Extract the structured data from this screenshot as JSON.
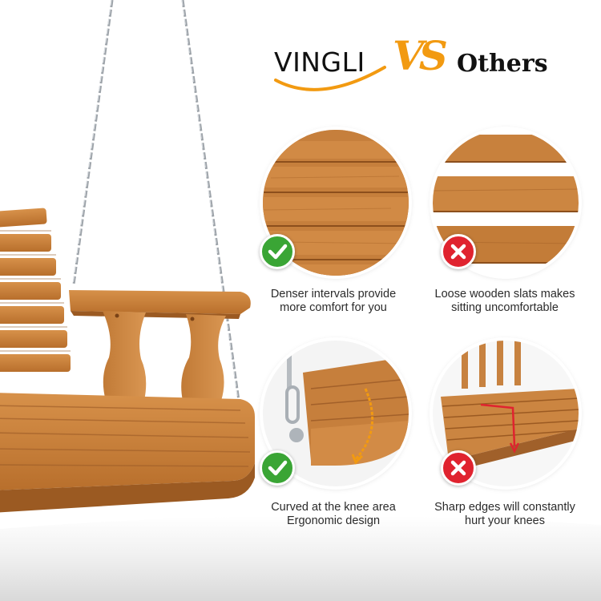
{
  "header": {
    "brand": "VINGLI",
    "versus": "VS",
    "competitor": "Others"
  },
  "colors": {
    "accent_orange": "#f29a11",
    "wood": "#c8843f",
    "check_green": "#3aa535",
    "cross_red": "#e0232f",
    "text": "#2b2b2b"
  },
  "comparisons": [
    {
      "side": "good",
      "icon": "check-icon",
      "line1": "Denser intervals provide",
      "line2": "more comfort for you"
    },
    {
      "side": "bad",
      "icon": "cross-icon",
      "line1": "Loose wooden slats makes",
      "line2": "sitting uncomfortable"
    },
    {
      "side": "good",
      "icon": "check-icon",
      "line1": "Curved at the knee area",
      "line2": "Ergonomic design"
    },
    {
      "side": "bad",
      "icon": "cross-icon",
      "line1": "Sharp edges will constantly",
      "line2": "hurt your knees"
    }
  ]
}
